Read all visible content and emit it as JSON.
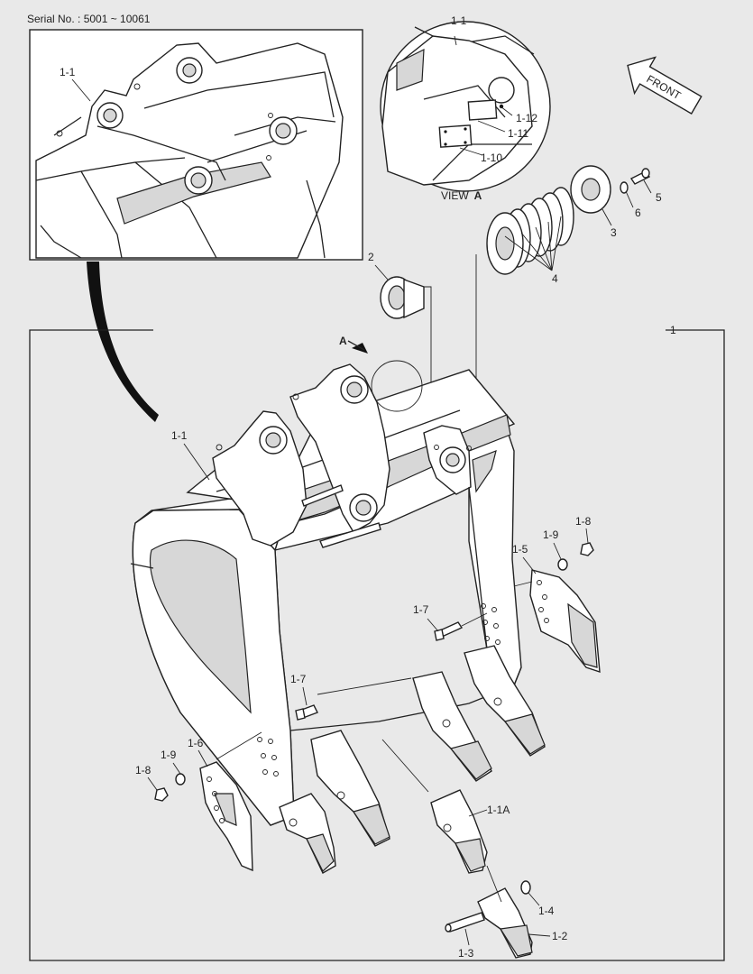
{
  "header": {
    "serial_text": "Serial No. : 5001 ~ 10061"
  },
  "view": {
    "label_prefix": "VIEW",
    "label_letter": "A",
    "arrow_letter": "A"
  },
  "front_arrow_text": "FRONT",
  "callouts": {
    "c1": "1",
    "c1_1_detail": "1-1",
    "c1_1_view": "1-1",
    "c1_1_main": "1-1",
    "c1_12": "1-12",
    "c1_11": "1-11",
    "c1_10": "1-10",
    "c2": "2",
    "c3": "3",
    "c4": "4",
    "c5": "5",
    "c6": "6",
    "c1_8_right": "1-8",
    "c1_9_right": "1-9",
    "c1_5": "1-5",
    "c1_7_right": "1-7",
    "c1_7_left": "1-7",
    "c1_9_left": "1-9",
    "c1_8_left": "1-8",
    "c1_6": "1-6",
    "c1_1A": "1-1A",
    "c1_4": "1-4",
    "c1_2": "1-2",
    "c1_3": "1-3"
  },
  "colors": {
    "background": "#e9e9e9",
    "line": "#222222",
    "fill": "#ffffff",
    "shade": "#d7d7d7"
  }
}
